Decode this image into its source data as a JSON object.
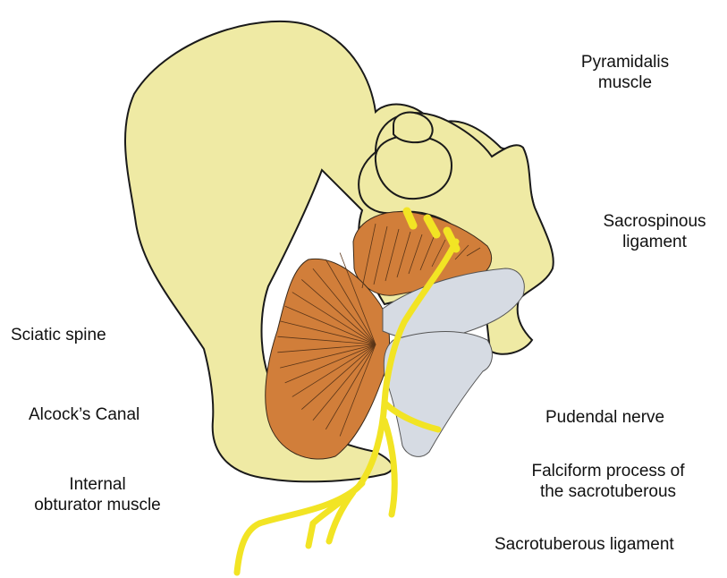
{
  "labels": {
    "pyramidalis": "Pyramidalis\nmuscle",
    "sacrospinous": "Sacrospinous\nligament",
    "sciatic_spine": "Sciatic spine",
    "alcock": "Alcock’s Canal",
    "obturator": "Internal\nobturator muscle",
    "pudendal": "Pudendal nerve",
    "falciform": "Falciform process of\nthe sacrotuberous",
    "sacrotuberous": "Sacrotuberous ligament"
  },
  "colors": {
    "bone": "#efeaa4",
    "bone_outline": "#1a1a1a",
    "muscle": "#d17e3a",
    "nerve": "#f2e424",
    "ligament": "#d6dbe3"
  }
}
